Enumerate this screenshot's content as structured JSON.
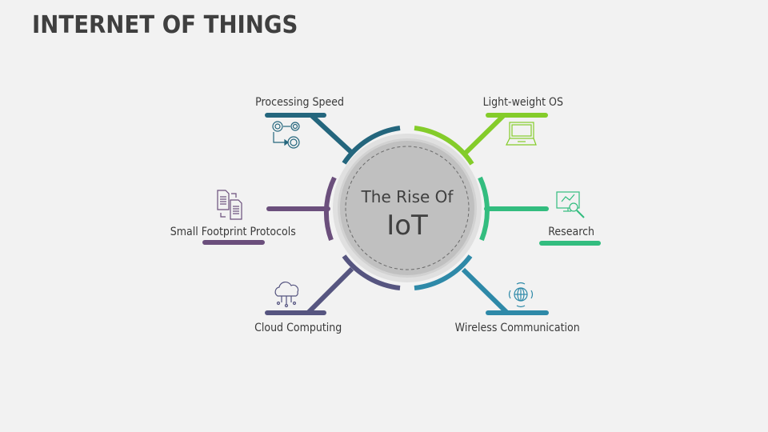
{
  "slide": {
    "title": "INTERNET OF THINGS",
    "background": "#f2f2f2"
  },
  "center": {
    "line1": "The Rise Of",
    "line2": "IoT"
  },
  "items": [
    {
      "label": "Processing Speed",
      "icon": "gears-icon",
      "color": "#24667d",
      "position": "top-left"
    },
    {
      "label": "Light-weight OS",
      "icon": "laptop-icon",
      "color": "#84cc2a",
      "position": "top-right"
    },
    {
      "label": "Small Footprint Protocols",
      "icon": "documents-exchange-icon",
      "color": "#6b4f7c",
      "position": "middle-left"
    },
    {
      "label": "Research",
      "icon": "analytics-search-icon",
      "color": "#33bd7f",
      "position": "middle-right"
    },
    {
      "label": "Cloud Computing",
      "icon": "cloud-network-icon",
      "color": "#565580",
      "position": "bottom-left"
    },
    {
      "label": "Wireless Communication",
      "icon": "globe-signal-icon",
      "color": "#2e89a8",
      "position": "bottom-right"
    }
  ]
}
